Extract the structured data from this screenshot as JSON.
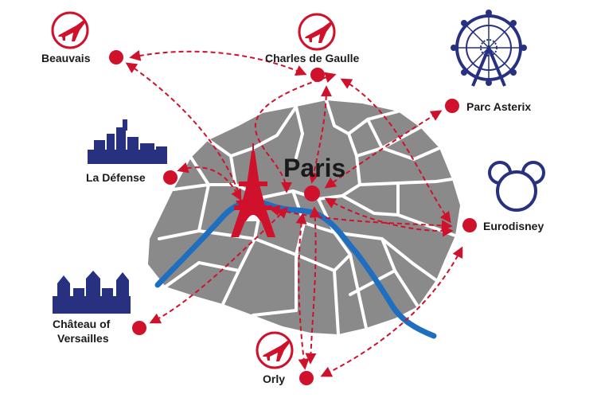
{
  "map": {
    "center_label": "Paris",
    "places": {
      "beauvais": "Beauvais",
      "cdg": "Charles de Gaulle",
      "parc_asterix": "Parc Asterix",
      "la_defense": "La Défense",
      "eurodisney": "Eurodisney",
      "versailles_line1": "Château of",
      "versailles_line2": "Versailles",
      "orly": "Orly"
    }
  },
  "colors": {
    "accent_red": "#d0112b",
    "city_gray": "#8a8a8a",
    "street_white": "#ffffff",
    "river_blue": "#1f6fc0",
    "landmark_navy": "#27317f"
  },
  "icons": [
    "airplane-icon",
    "ferris-wheel-icon",
    "mickey-ears-icon",
    "skyline-icon",
    "chateau-icon",
    "eiffel-tower-icon"
  ]
}
